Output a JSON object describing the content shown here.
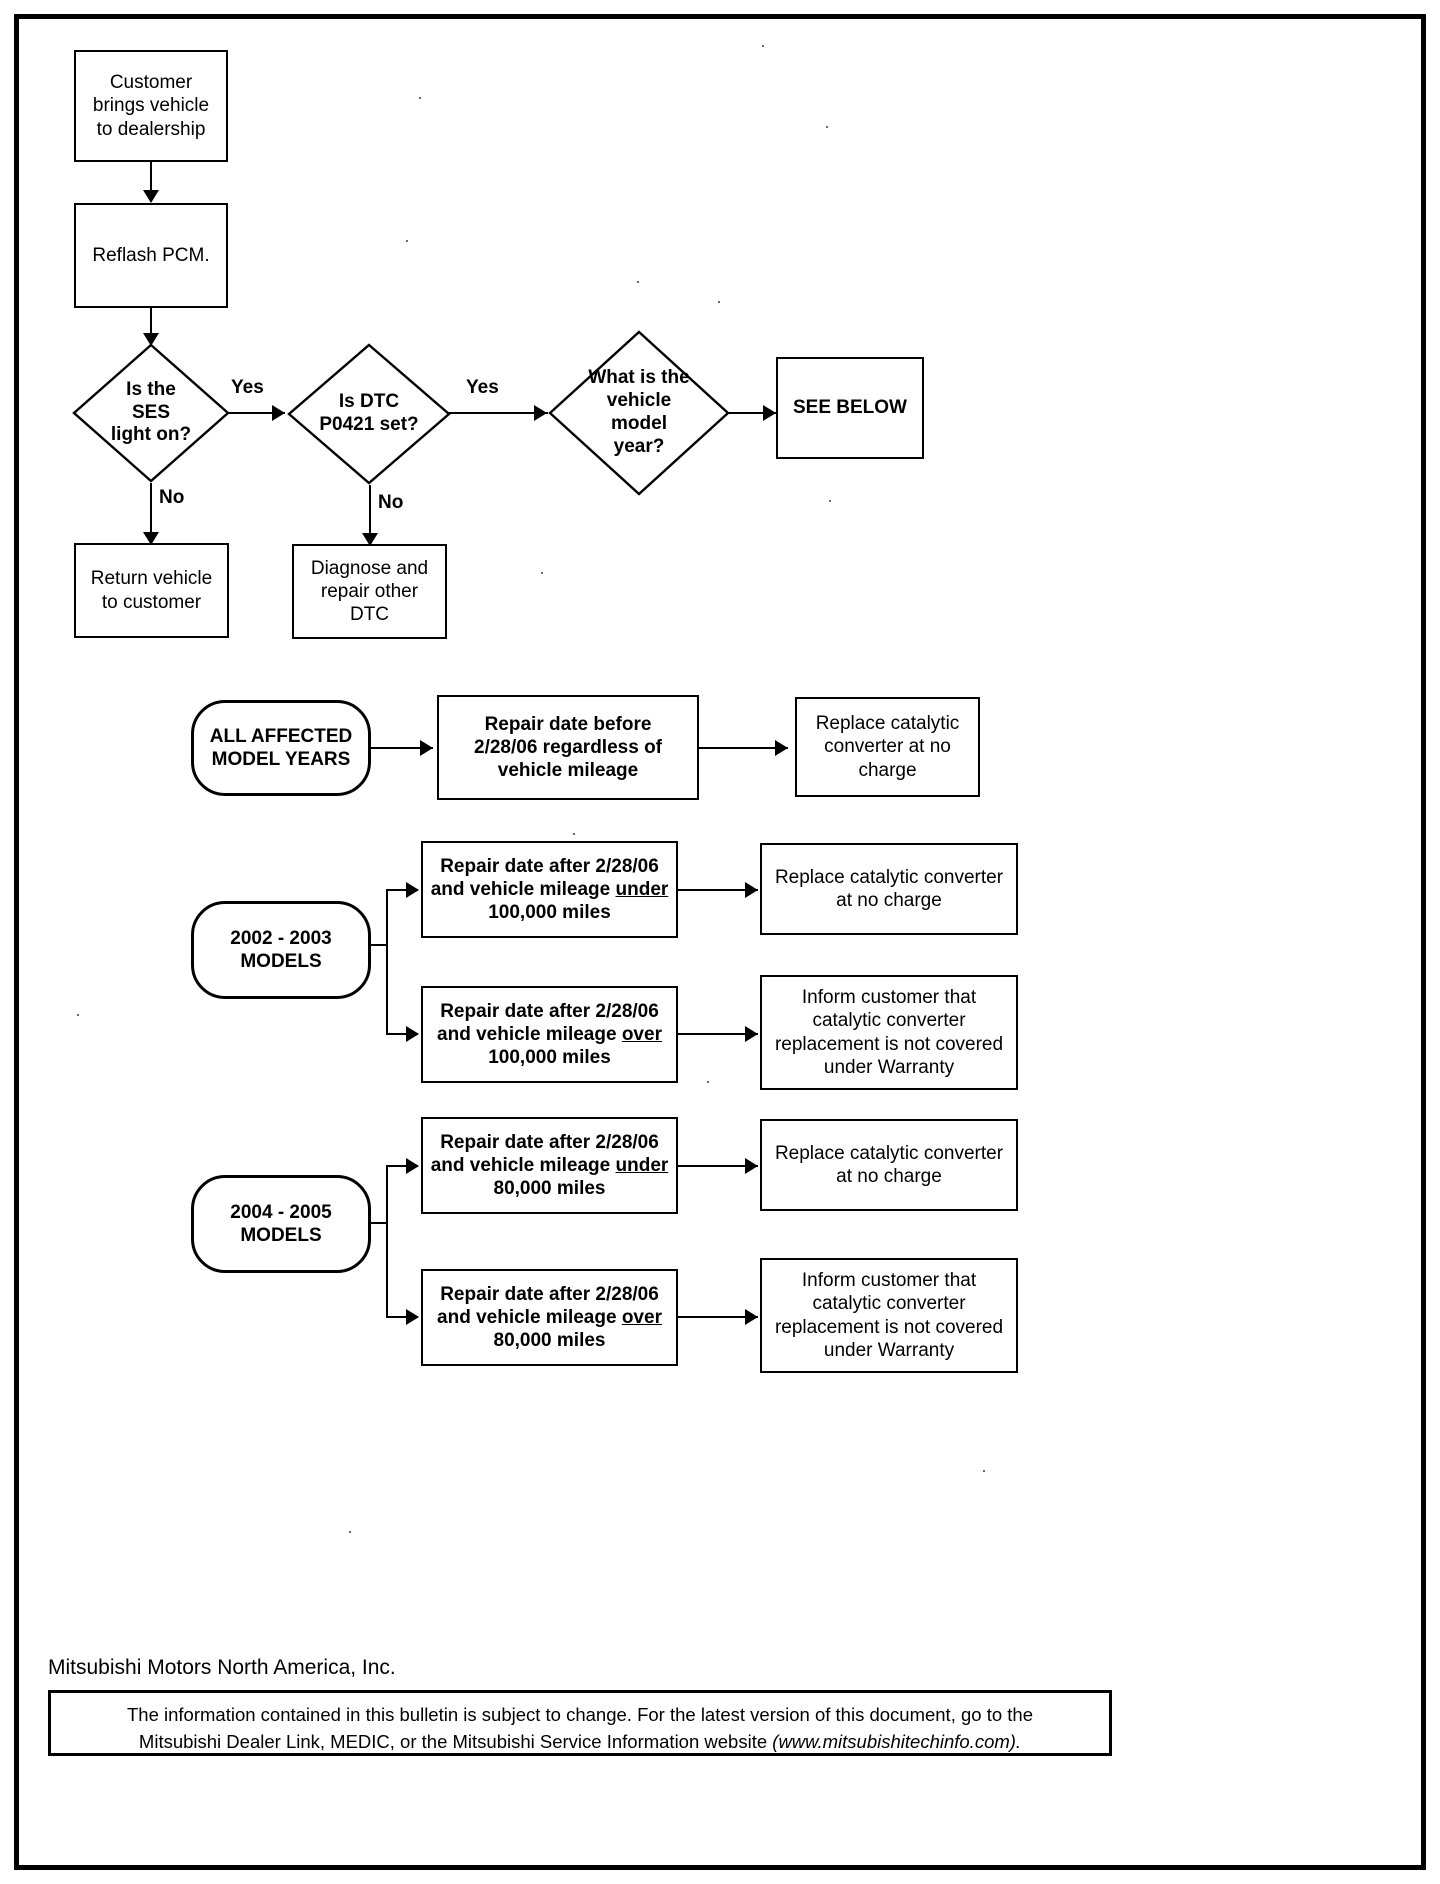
{
  "diagram": {
    "title": "Catalytic converter warranty decision flowchart",
    "nodes": {
      "customer_brings": "Customer brings vehicle to dealership",
      "reflash_pcm": "Reflash PCM.",
      "ses_light": "Is the SES light on?",
      "dtc_set": "Is DTC P0421 set?",
      "model_year": "What is the vehicle model year?",
      "see_below": "SEE BELOW",
      "return_vehicle": "Return vehicle to customer",
      "diagnose_other": "Diagnose and repair other DTC",
      "all_affected": "ALL AFFECTED MODEL YEARS",
      "models_2002_2003": "2002 - 2003 MODELS",
      "models_2004_2005": "2004 - 2005 MODELS",
      "repair_before": "Repair date before 2/28/06 regardless of vehicle mileage",
      "replace_no_charge_1": "Replace catalytic converter at no charge",
      "repair_after_under_100k": "Repair date after 2/28/06 and vehicle mileage under 100,000 miles",
      "replace_no_charge_2": "Replace catalytic converter at no charge",
      "repair_after_over_100k": "Repair date after 2/28/06 and vehicle mileage over 100,000 miles",
      "not_covered_1": "Inform customer that catalytic converter replacement is not covered under Warranty",
      "repair_after_under_80k": "Repair date after 2/28/06 and vehicle mileage under 80,000 miles",
      "replace_no_charge_3": "Replace catalytic converter at no charge",
      "repair_after_over_80k": "Repair date after 2/28/06 and vehicle mileage over 80,000 miles",
      "not_covered_2": "Inform customer that catalytic converter replacement is not covered under Warranty"
    },
    "node_lines": {
      "customer_brings": [
        "Customer",
        "brings vehicle",
        "to dealership"
      ],
      "ses_light": [
        "Is the",
        "SES",
        "light on?"
      ],
      "dtc_set": [
        "Is DTC",
        "P0421 set?"
      ],
      "model_year": [
        "What is the",
        "vehicle",
        "model",
        "year?"
      ],
      "return_vehicle": [
        "Return vehicle",
        "to customer"
      ],
      "diagnose_other": [
        "Diagnose and",
        "repair other",
        "DTC"
      ],
      "all_affected": [
        "ALL AFFECTED",
        "MODEL YEARS"
      ],
      "models_2002_2003": [
        "2002 - 2003",
        "MODELS"
      ],
      "models_2004_2005": [
        "2004 - 2005",
        "MODELS"
      ],
      "repair_before": [
        "Repair date before",
        "2/28/06 regardless of",
        "vehicle mileage"
      ],
      "replace_no_charge_1": [
        "Replace catalytic",
        "converter at no",
        "charge"
      ],
      "repair_after_under_100k": [
        "Repair date after 2/28/06",
        "and vehicle mileage under",
        "100,000 miles"
      ],
      "replace_no_charge_2": [
        "Replace catalytic converter",
        "at no charge"
      ],
      "repair_after_over_100k": [
        "Repair date after 2/28/06",
        "and vehicle mileage over",
        "100,000 miles"
      ],
      "not_covered_1": [
        "Inform customer that",
        "catalytic converter",
        "replacement is not covered",
        "under Warranty"
      ],
      "repair_after_under_80k": [
        "Repair date after 2/28/06",
        "and vehicle mileage under",
        "80,000 miles"
      ],
      "replace_no_charge_3": [
        "Replace catalytic converter",
        "at no charge"
      ],
      "repair_after_over_80k": [
        "Repair date after 2/28/06",
        "and vehicle mileage over",
        "80,000 miles"
      ],
      "not_covered_2": [
        "Inform customer that",
        "catalytic converter",
        "replacement is not covered",
        "under Warranty"
      ]
    },
    "edge_labels": {
      "ses_yes": "Yes",
      "ses_no": "No",
      "dtc_yes": "Yes",
      "dtc_no": "No"
    },
    "mileage_emphasis": {
      "under": "under",
      "over": "over"
    }
  },
  "footer": {
    "company": "Mitsubishi Motors North America, Inc.",
    "notice_line1": "The information contained in this bulletin is subject to change. For the latest version of this document, go to the",
    "notice_line2_pre": "Mitsubishi Dealer Link, MEDIC, or the Mitsubishi Service Information website ",
    "notice_line2_italic": "(www.mitsubishitechinfo.com)."
  },
  "colors": {
    "ink": "#000000",
    "paper": "#ffffff"
  }
}
